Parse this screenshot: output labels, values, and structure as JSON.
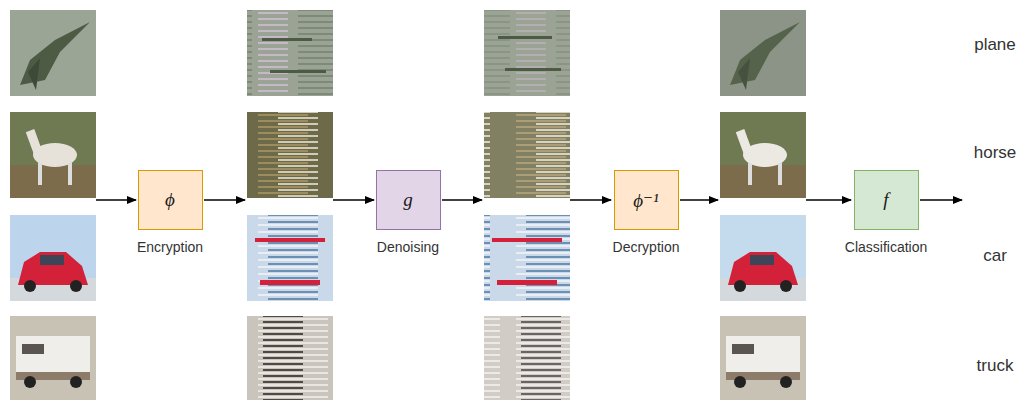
{
  "diagram": {
    "nodes": [
      {
        "text": [
          "ϕ",
          "Encryption"
        ]
      },
      {
        "text": [
          "g",
          "Denoising"
        ]
      },
      {
        "text": [
          "ϕ⁻¹",
          "Decryption"
        ]
      },
      {
        "text": [
          "f",
          "Classification"
        ]
      }
    ],
    "labels": [
      "plane",
      "horse",
      "car",
      "truck"
    ]
  }
}
